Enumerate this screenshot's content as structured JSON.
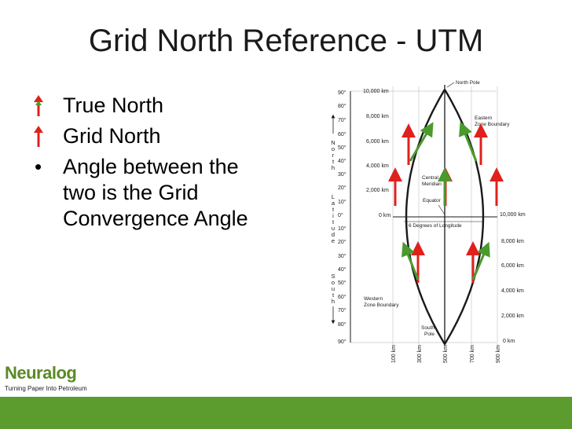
{
  "slide": {
    "title": "Grid North Reference - UTM",
    "bullets": [
      "True North",
      "Grid North",
      "Angle between the two is the Grid Convergence Angle"
    ],
    "bullet_lines": [
      "Angle between the",
      "two is the Grid",
      "Convergence Angle"
    ]
  },
  "logo": {
    "name": "Neuralog",
    "tagline": "Turning Paper Into Petroleum"
  },
  "diagram": {
    "latitudes_north": [
      "90°",
      "80°",
      "70°",
      "60°",
      "50°",
      "40°",
      "30°",
      "20°",
      "10°"
    ],
    "equator_lat": "0°",
    "latitudes_south": [
      "10°",
      "20°",
      "30°",
      "40°",
      "50°",
      "60°",
      "70°",
      "80°",
      "90°"
    ],
    "north_label": [
      "N",
      "o",
      "r",
      "t",
      "h"
    ],
    "latitude_label": [
      "L",
      "a",
      "t",
      "i",
      "t",
      "u",
      "d",
      "e"
    ],
    "south_label": [
      "S",
      "o",
      "u",
      "t",
      "h"
    ],
    "left_km": [
      "10,000 km",
      "8,000 km",
      "6,000 km",
      "4,000 km",
      "2,000 km",
      "0 km"
    ],
    "right_km": [
      "10,000 km",
      "8,000 km",
      "6,000 km",
      "4,000 km",
      "2,000 km",
      "0 km"
    ],
    "bottom_km": [
      "100 km",
      "300 km",
      "500 km",
      "700 km",
      "900 km"
    ],
    "north_pole": "North Pole",
    "south_pole": [
      "South",
      "Pole"
    ],
    "eastern_boundary": [
      "Eastern",
      "Zone Boundary"
    ],
    "western_boundary": [
      "Western",
      "Zone Boundary"
    ],
    "central_meridian": [
      "Central",
      "Meridian"
    ],
    "equator": "Equator",
    "longitude_span": "6 Degrees of Longitude",
    "colors": {
      "true_north": "#e0201c",
      "grid_north": "#4a9a2e",
      "line": "#1a1a1a",
      "grid": "#c8c8c8"
    }
  }
}
